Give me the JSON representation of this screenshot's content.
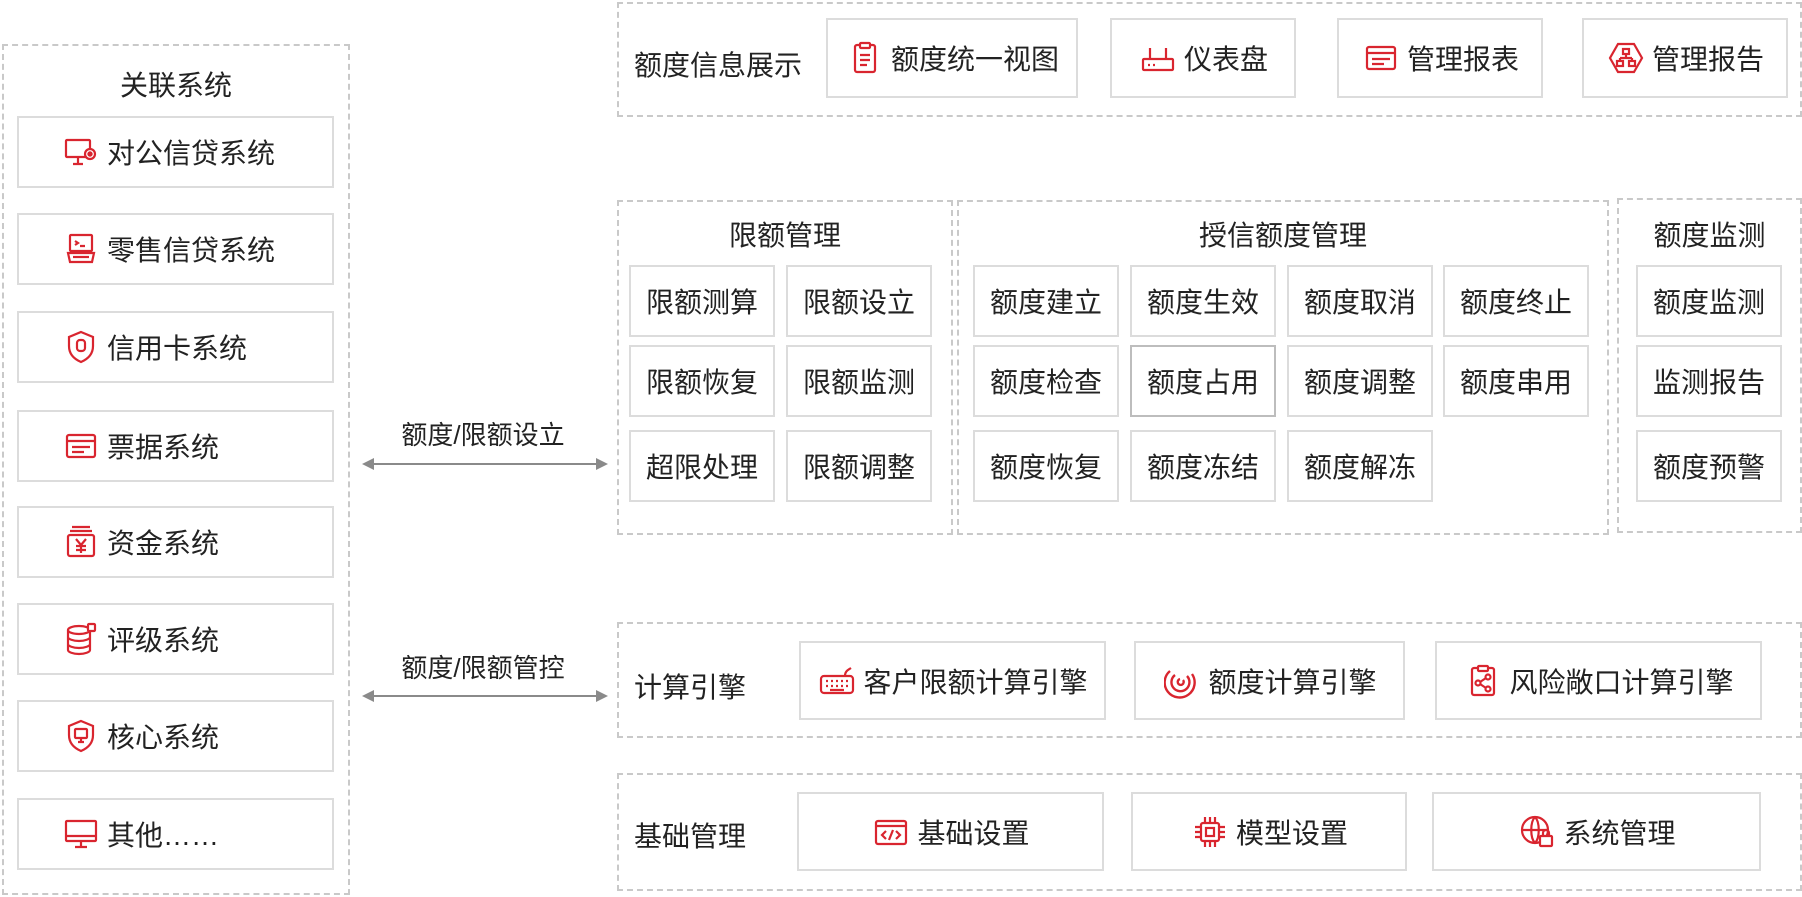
{
  "related": {
    "title": "关联系统",
    "items": [
      {
        "label": "对公信贷系统",
        "icon": "computer-settings-icon"
      },
      {
        "label": "零售信贷系统",
        "icon": "terminal-icon"
      },
      {
        "label": "信用卡系统",
        "icon": "shield-icon"
      },
      {
        "label": "票据系统",
        "icon": "bill-icon"
      },
      {
        "label": "资金系统",
        "icon": "yen-icon"
      },
      {
        "label": "评级系统",
        "icon": "database-icon"
      },
      {
        "label": "核心系统",
        "icon": "shield-monitor-icon"
      },
      {
        "label": "其他……",
        "icon": "monitor-icon"
      }
    ]
  },
  "arrows": {
    "top_label": "额度/限额设立",
    "bottom_label": "额度/限额管控"
  },
  "display": {
    "title": "额度信息展示",
    "items": [
      {
        "label": "额度统一视图",
        "icon": "clipboard-icon"
      },
      {
        "label": "仪表盘",
        "icon": "router-icon"
      },
      {
        "label": "管理报表",
        "icon": "report-icon"
      },
      {
        "label": "管理报告",
        "icon": "hierarchy-icon"
      }
    ]
  },
  "limit": {
    "title": "限额管理",
    "items": [
      "限额测算",
      "限额设立",
      "限额恢复",
      "限额监测",
      "超限处理",
      "限额调整"
    ]
  },
  "credit": {
    "title": "授信额度管理",
    "items": [
      "额度建立",
      "额度生效",
      "额度取消",
      "额度终止",
      "额度检查",
      "额度占用",
      "额度调整",
      "额度串用",
      "额度恢复",
      "额度冻结",
      "额度解冻"
    ]
  },
  "monitor": {
    "title": "额度监测",
    "items": [
      "额度监测",
      "监测报告",
      "额度预警"
    ]
  },
  "engine": {
    "title": "计算引擎",
    "items": [
      {
        "label": "客户限额计算引擎",
        "icon": "keyboard-icon"
      },
      {
        "label": "额度计算引擎",
        "icon": "spiral-icon"
      },
      {
        "label": "风险敞口计算引擎",
        "icon": "share-clipboard-icon"
      }
    ]
  },
  "base": {
    "title": "基础管理",
    "items": [
      {
        "label": "基础设置",
        "icon": "code-icon"
      },
      {
        "label": "模型设置",
        "icon": "chip-icon"
      },
      {
        "label": "系统管理",
        "icon": "globe-lock-icon"
      }
    ]
  },
  "colors": {
    "accent": "#d9252f",
    "border": "#dcdcdc",
    "dashed": "#c9c9c9",
    "arrow": "#8a8a8a"
  }
}
